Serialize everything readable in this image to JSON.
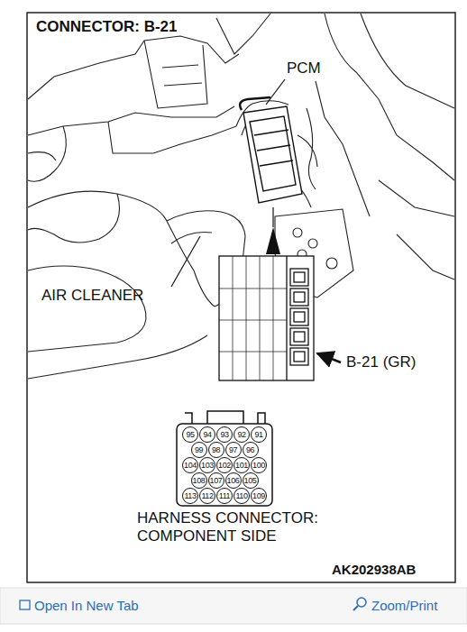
{
  "diagram": {
    "title": "CONNECTOR: B-21",
    "nodes": [
      {
        "text": [
          "95"
        ]
      },
      {
        "text": [
          "94"
        ]
      },
      {
        "text": [
          "93"
        ]
      },
      {
        "text": [
          "92"
        ]
      },
      {
        "text": [
          "91"
        ]
      },
      {
        "text": [
          "99"
        ]
      },
      {
        "text": [
          "98"
        ]
      },
      {
        "text": [
          "97"
        ]
      },
      {
        "text": [
          "96"
        ]
      },
      {
        "text": [
          "104"
        ]
      },
      {
        "text": [
          "103"
        ]
      },
      {
        "text": [
          "102"
        ]
      },
      {
        "text": [
          "101"
        ]
      },
      {
        "text": [
          "100"
        ]
      },
      {
        "text": [
          "108"
        ]
      },
      {
        "text": [
          "107"
        ]
      },
      {
        "text": [
          "106"
        ]
      },
      {
        "text": [
          "105"
        ]
      },
      {
        "text": [
          "113"
        ]
      },
      {
        "text": [
          "112"
        ]
      },
      {
        "text": [
          "111"
        ]
      },
      {
        "text": [
          "110"
        ]
      },
      {
        "text": [
          "109"
        ]
      }
    ],
    "labels": [
      "PCM",
      "AIR CLEANER",
      "B-21 (GR)",
      "HARNESS CONNECTOR: COMPONENT SIDE",
      "AK202938AB",
      "Open In New Tab",
      "Zoom/Print"
    ]
  }
}
